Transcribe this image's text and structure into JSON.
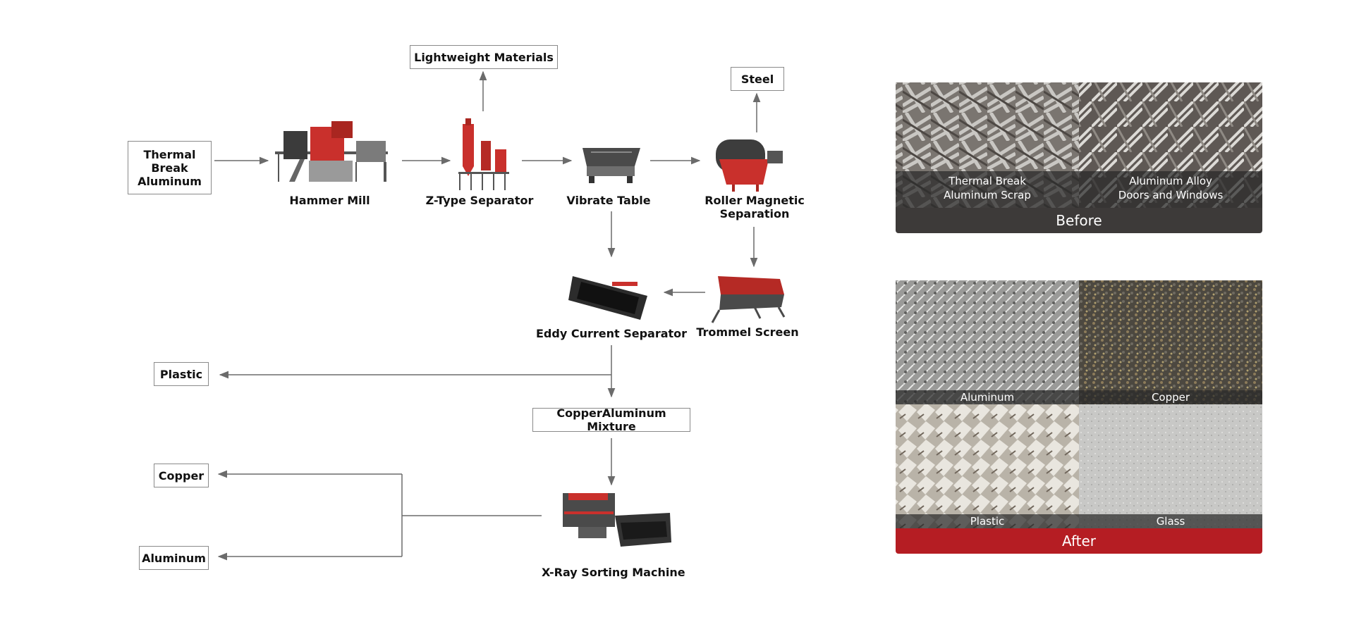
{
  "diagram": {
    "input_label": "Thermal\nBreak\nAluminum",
    "machines": {
      "hammer_mill": "Hammer Mill",
      "z_type_separator": "Z-Type Separator",
      "vibrate_table": "Vibrate Table",
      "roller_magnetic": "Roller Magnetic\nSeparation",
      "trommel_screen": "Trommel Screen",
      "eddy_current": "Eddy Current Separator",
      "xray_sorting": "X-Ray Sorting Machine"
    },
    "outputs": {
      "lightweight": "Lightweight Materials",
      "steel": "Steel",
      "plastic": "Plastic",
      "copper_aluminum_mixture": "CopperAluminum Mixture",
      "copper": "Copper",
      "aluminum": "Aluminum"
    }
  },
  "before_panel": {
    "bar_label": "Before",
    "photos": [
      {
        "caption": "Thermal Break\nAluminum Scrap"
      },
      {
        "caption": "Aluminum Alloy\nDoors and Windows"
      }
    ]
  },
  "after_panel": {
    "bar_label": "After",
    "photos": [
      {
        "caption": "Aluminum"
      },
      {
        "caption": "Copper"
      },
      {
        "caption": "Plastic"
      },
      {
        "caption": "Glass"
      }
    ]
  },
  "colors": {
    "before_bar": "#3d3a39",
    "after_bar": "#b51d23",
    "arrow": "#6b6b6b",
    "machine_red": "#c9302c"
  }
}
